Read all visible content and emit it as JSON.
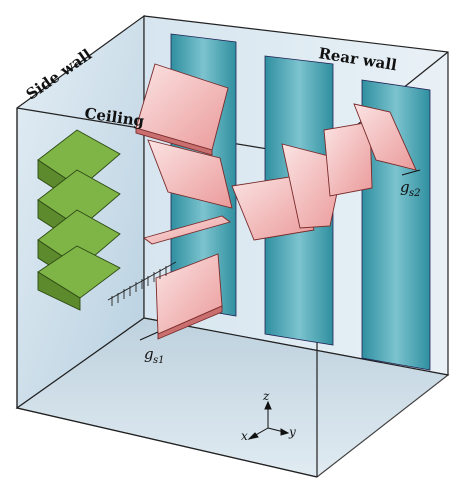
{
  "labels": {
    "side_wall": "Side wall",
    "rear_wall": "Rear wall",
    "ceiling": "Ceiling"
  },
  "gaps": {
    "gs1": {
      "symbol": "g",
      "subscript": "s1"
    },
    "gs2": {
      "symbol": "g",
      "subscript": "s2"
    }
  },
  "axes": {
    "x": "x",
    "y": "y",
    "z": "z"
  },
  "colors": {
    "room_wall": "#c9dde9",
    "rear_panels": "#3f9aaa",
    "diffuser": "#6fa13c",
    "reflectors": "#f3a9a9"
  }
}
